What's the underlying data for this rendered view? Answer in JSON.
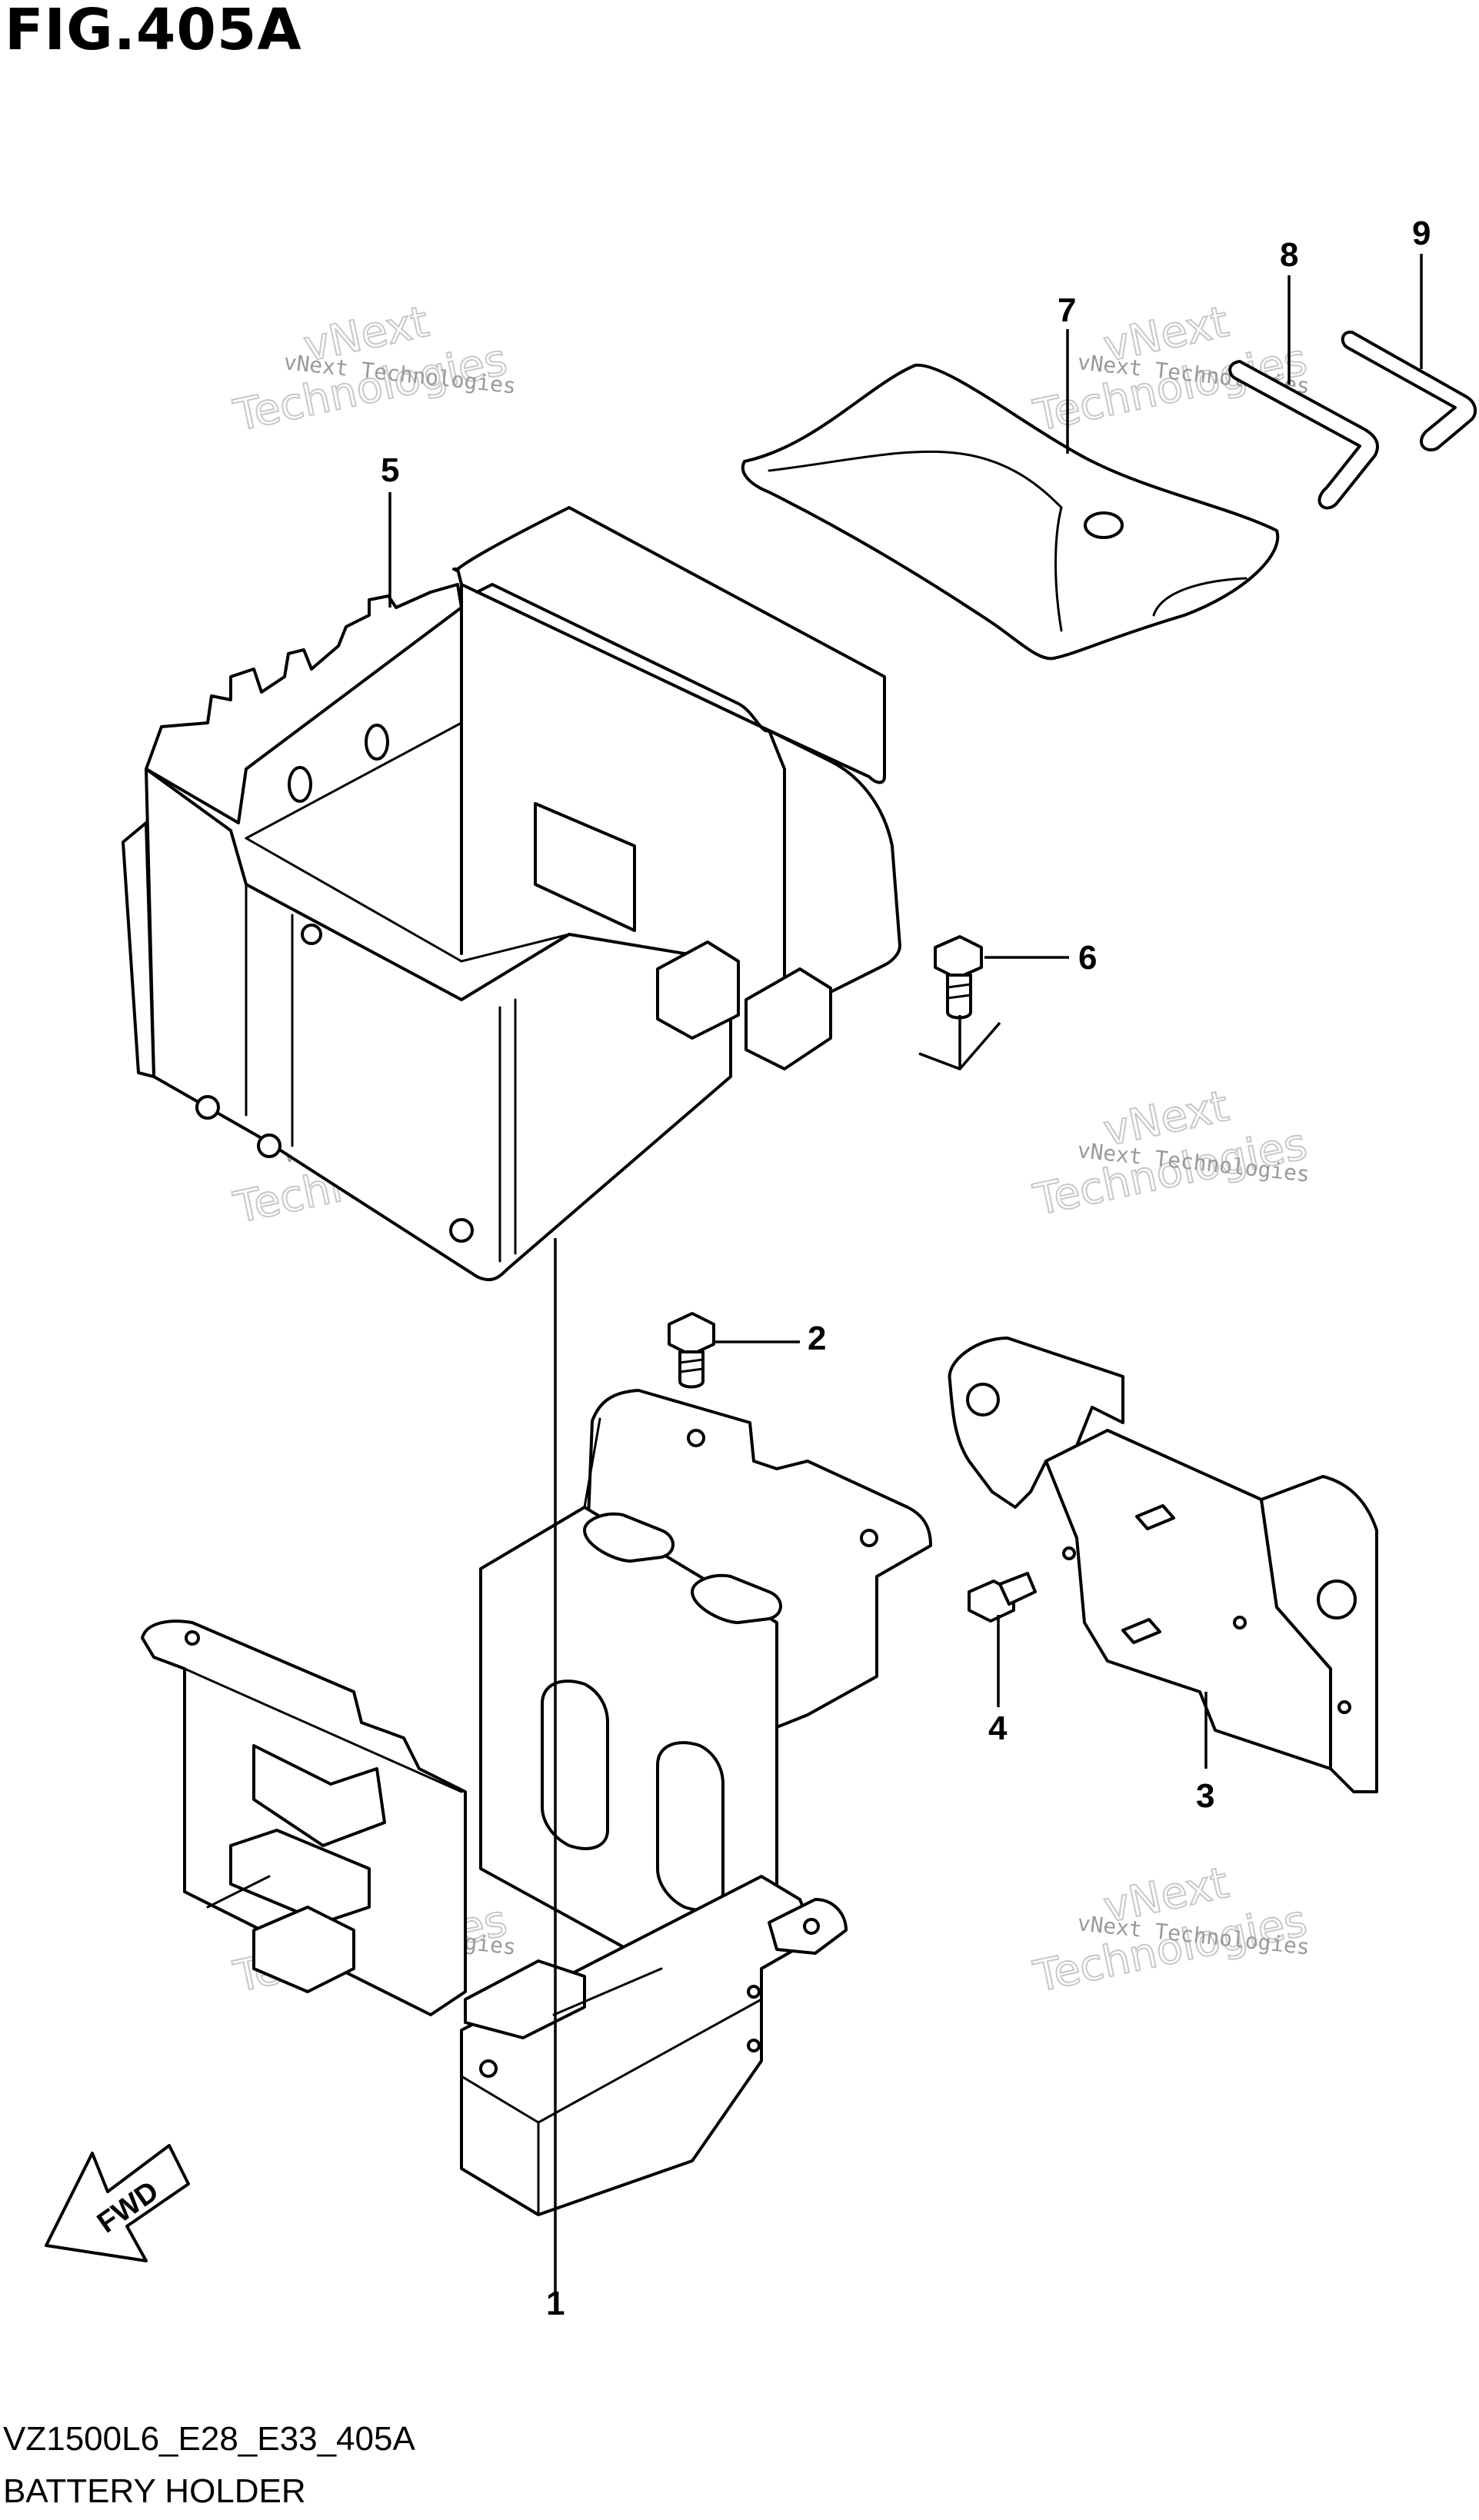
{
  "figure": {
    "title": "FIG.405A",
    "code": "VZ1500L6_E28_E33_405A",
    "name": "BATTERY HOLDER"
  },
  "callouts": [
    "1",
    "2",
    "3",
    "4",
    "5",
    "6",
    "7",
    "8",
    "9"
  ],
  "fwd_label": "FWD",
  "watermark": {
    "small": "vNext Technologies",
    "big_line1": "vNext",
    "big_line2": "Technologies"
  }
}
